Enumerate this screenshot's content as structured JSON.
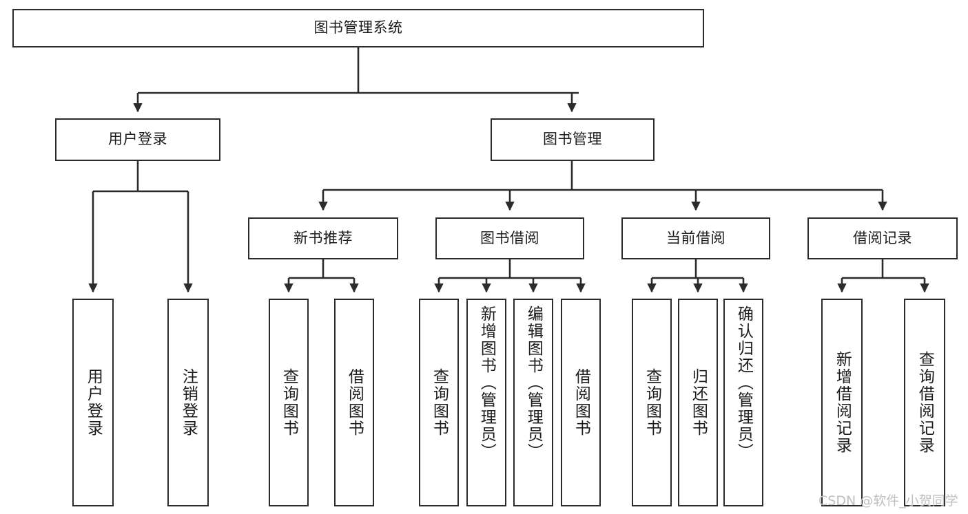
{
  "diagram": {
    "title": "图书管理系统",
    "type": "tree",
    "orientation": "top-down",
    "colors": {
      "background": "#ffffff",
      "box_border": "#2b2b2b",
      "box_fill": "#ffffff",
      "connector": "#2b2b2b",
      "text": "#1c1c1c",
      "watermark": "#bfbfbf"
    },
    "root": {
      "label": "图书管理系统"
    },
    "level2": [
      {
        "label": "用户登录"
      },
      {
        "label": "图书管理"
      }
    ],
    "level3": [
      {
        "label": "新书推荐"
      },
      {
        "label": "图书借阅"
      },
      {
        "label": "当前借阅"
      },
      {
        "label": "借阅记录"
      }
    ],
    "leaves": {
      "user_login": [
        {
          "label": "用户登录"
        },
        {
          "label": "注销登录"
        }
      ],
      "new_book_recommend": [
        {
          "label": "查询图书"
        },
        {
          "label": "借阅图书"
        }
      ],
      "book_borrow": [
        {
          "label": "查询图书"
        },
        {
          "label": "新增图书（管理员）"
        },
        {
          "label": "编辑图书（管理员）"
        },
        {
          "label": "借阅图书"
        }
      ],
      "current_borrow": [
        {
          "label": "查询图书"
        },
        {
          "label": "归还图书"
        },
        {
          "label": "确认归还（管理员）"
        }
      ],
      "borrow_record": [
        {
          "label": "新增借阅记录"
        },
        {
          "label": "查询借阅记录"
        }
      ]
    }
  },
  "watermark": {
    "text": "CSDN @软件_小贺同学"
  }
}
